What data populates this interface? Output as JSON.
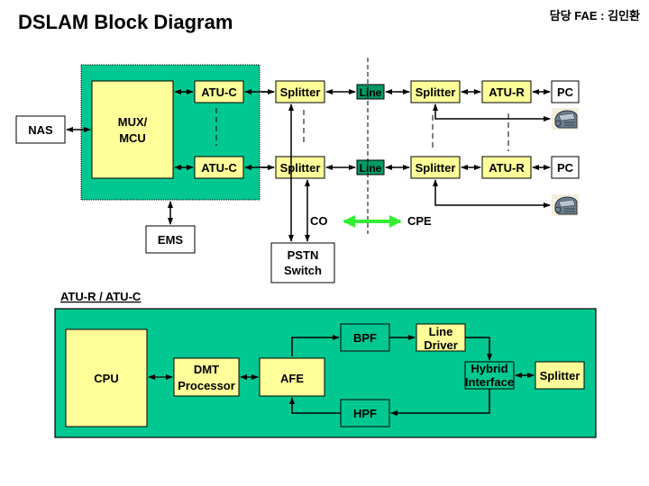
{
  "header": {
    "title": "DSLAM Block Diagram",
    "author": "담당 FAE : 김인환"
  },
  "colors": {
    "green_panel": "#00C890",
    "yellow_block": "#FFFF99",
    "line_block": "#009966",
    "co_cpe_arrow": "#33EE33",
    "stroke": "#000000"
  },
  "dslam": {
    "nas": "NAS",
    "mux": [
      "MUX/",
      "MCU"
    ],
    "atu_c_top": "ATU-C",
    "atu_c_bottom": "ATU-C",
    "splitter_co_top": "Splitter",
    "splitter_co_bottom": "Splitter",
    "line_top": "Line",
    "line_bottom": "Line",
    "splitter_cpe_top": "Splitter",
    "splitter_cpe_bottom": "Splitter",
    "atu_r_top": "ATU-R",
    "atu_r_bottom": "ATU-R",
    "pc_top": "PC",
    "pc_bottom": "PC",
    "phone_icon_top": "telephone-icon",
    "phone_icon_bottom": "telephone-icon",
    "ems": "EMS",
    "pstn": [
      "PSTN",
      "Switch"
    ],
    "co_label": "CO",
    "cpe_label": "CPE"
  },
  "atu_detail": {
    "section_title": "ATU-R / ATU-C",
    "cpu": "CPU",
    "dmt": [
      "DMT",
      "Processor"
    ],
    "afe": "AFE",
    "bpf": "BPF",
    "hpf": "HPF",
    "line_driver": [
      "Line",
      "Driver"
    ],
    "hybrid": [
      "Hybrid",
      "Interface"
    ],
    "splitter": "Splitter"
  }
}
